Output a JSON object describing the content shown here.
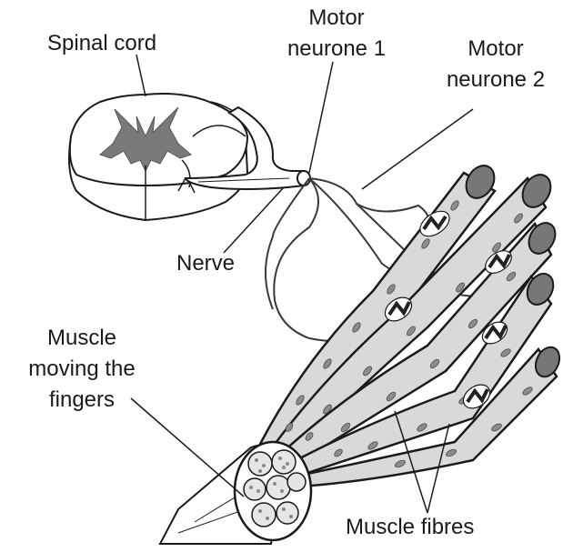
{
  "diagram": {
    "labels": {
      "spinal_cord": "Spinal cord",
      "motor_neurone_1_line1": "Motor",
      "motor_neurone_1_line2": "neurone 1",
      "motor_neurone_2_line1": "Motor",
      "motor_neurone_2_line2": "neurone 2",
      "nerve": "Nerve",
      "muscle_line1": "Muscle",
      "muscle_line2": "moving the",
      "muscle_line3": "fingers",
      "muscle_fibres": "Muscle fibres"
    },
    "colors": {
      "stroke": "#1a1a1a",
      "tissue_fill": "#ffffff",
      "grey_matter": "#7a7a7a",
      "fibre_fill": "#d9d9d9",
      "nuclei": "#8c8c8c",
      "fibre_end": "#777777"
    }
  }
}
